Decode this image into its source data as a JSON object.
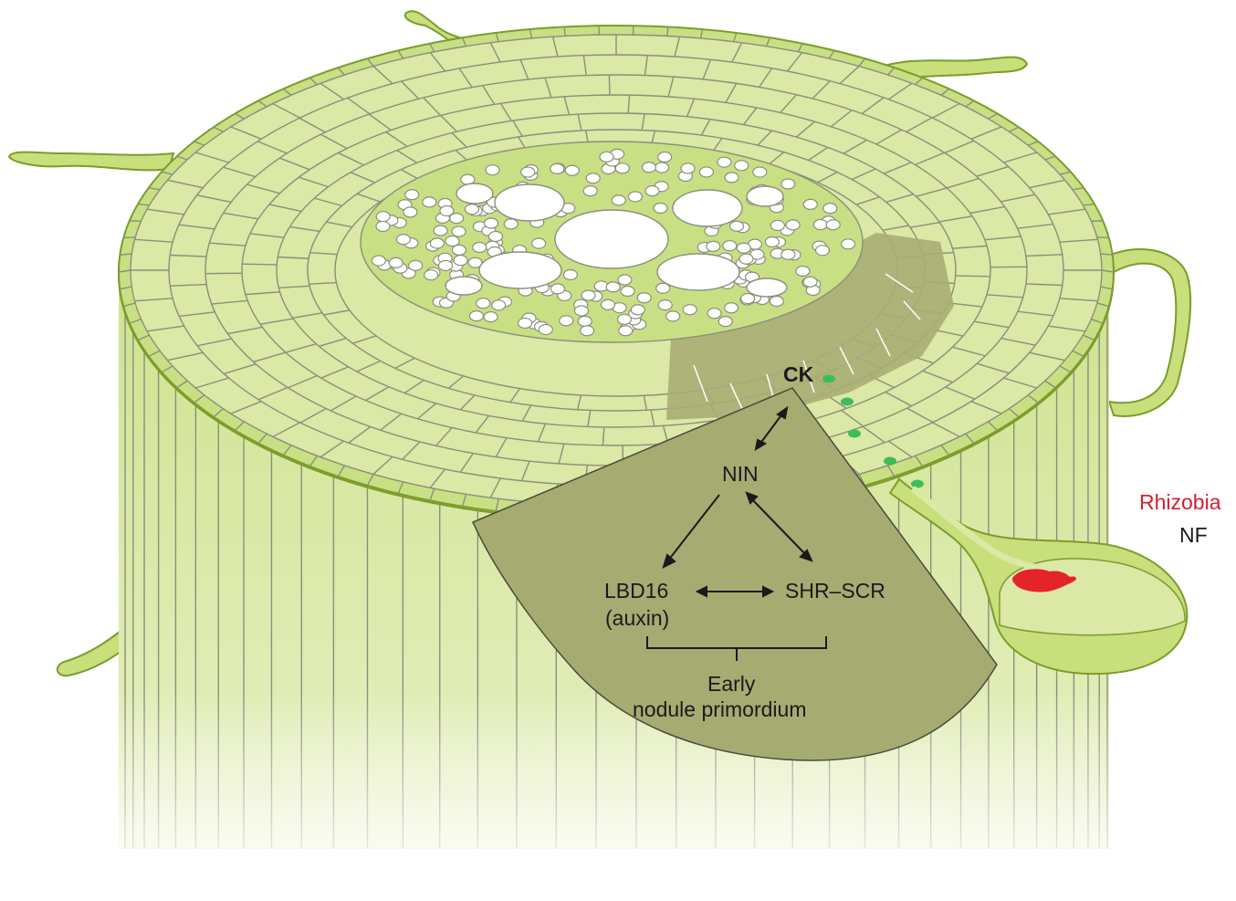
{
  "labels": {
    "ck": "CK",
    "nin": "NIN",
    "lbd16": "LBD16",
    "auxin": "(auxin)",
    "shr_scr": "SHR–SCR",
    "early": "Early",
    "primordium": "nodule primordium",
    "rhizobia": "Rhizobia",
    "nf": "NF"
  },
  "colors": {
    "tissue_light": "#dbe8a6",
    "tissue_mid": "#c9df84",
    "tissue_edge": "#b3cd55",
    "cell_line": "#8a8f7a",
    "dark_sector": "#9fa46c",
    "primordium_fill": "#a6ab72",
    "signal_dot": "#3dbd57",
    "rhizobia_red": "#e5232b",
    "rhizobia_text": "#d2202f"
  }
}
